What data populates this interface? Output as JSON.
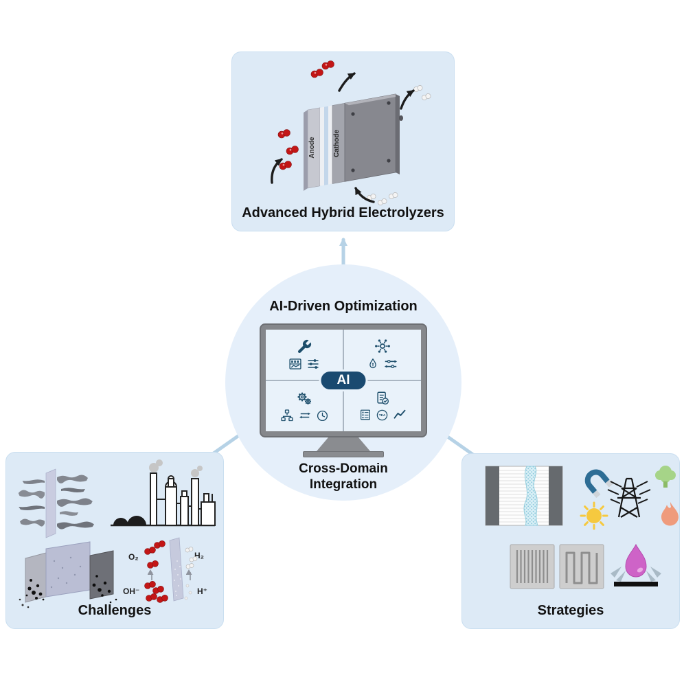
{
  "figure": {
    "top_box": {
      "label": "Advanced Hybrid Electrolyzers",
      "anode_label": "Anode",
      "cathode_label": "Cathode"
    },
    "center": {
      "title": "AI-Driven Optimization",
      "ai_badge_label": "AI",
      "subtitle_line1": "Cross-Domain",
      "subtitle_line2": "Integration",
      "tea_label": "TEA",
      "quadrant_icons": {
        "top_left": [
          "wrench-icon",
          "dashboard-icon",
          "sliders-icon"
        ],
        "top_right": [
          "molecule-hub-icon",
          "droplet-icon",
          "flow-arrows-icon"
        ],
        "bottom_left": [
          "gears-icon",
          "org-chart-icon",
          "swap-arrows-icon",
          "clock-icon"
        ],
        "bottom_right": [
          "checklist-check-icon",
          "table-list-icon",
          "tea-circle-icon",
          "trend-line-icon"
        ]
      }
    },
    "challenges_box": {
      "label": "Challenges",
      "crossover": {
        "o2": "O₂",
        "h2": "H₂",
        "oh": "OH⁻",
        "h_plus": "H⁺"
      }
    },
    "strategies_box": {
      "label": "Strategies"
    },
    "colors": {
      "panel_fill": "#ddeaf6",
      "panel_border": "#c9def0",
      "circle_fill": "#e5effa",
      "arrow_blue": "#b6d2e6",
      "icon_navy": "#1d4e6b",
      "ai_badge": "#1a4a70",
      "monitor_frame": "#85878b",
      "molecule_red": "#c31616",
      "magnet_blue": "#2d6d95",
      "sun_yellow": "#f6c93f",
      "tree_green": "#a6d488",
      "flame_orange": "#ef9b7c",
      "droplet_magenta": "#ce63c7"
    }
  }
}
